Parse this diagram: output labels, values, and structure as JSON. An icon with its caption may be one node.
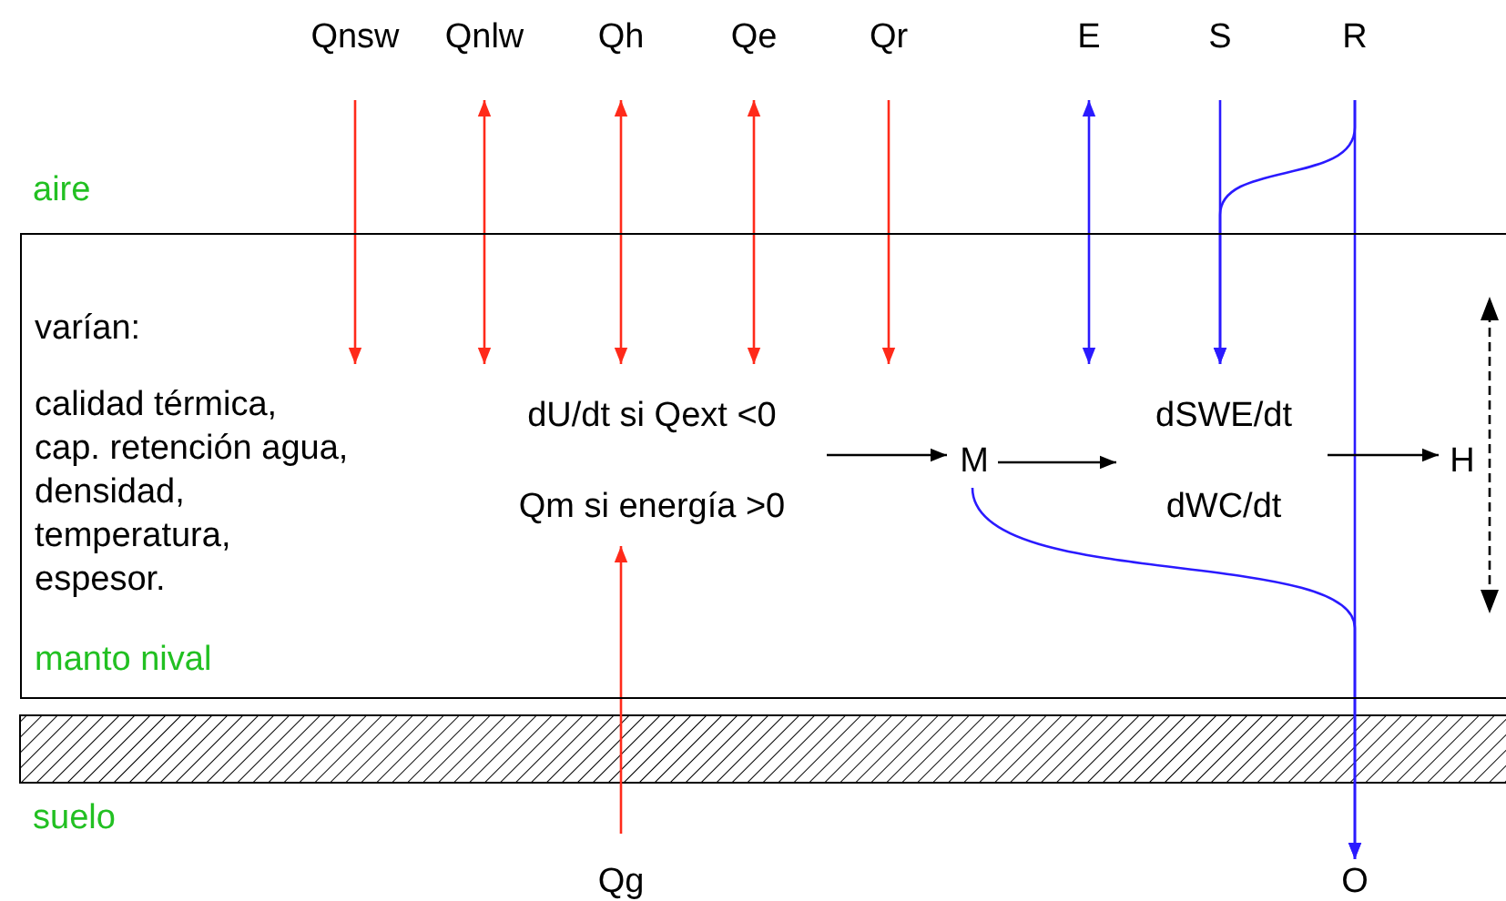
{
  "diagram": {
    "nodes": [
      {
        "text": [
          "varían:",
          "calidad térmica, cap. retención agua, densidad, temperatura, espesor.",
          "manto nival"
        ]
      },
      {
        "text": [
          "Qnsw"
        ]
      },
      {
        "text": [
          "Qnlw"
        ]
      },
      {
        "text": [
          "Qh"
        ]
      },
      {
        "text": [
          "Qe"
        ]
      },
      {
        "text": [
          "Qr"
        ]
      },
      {
        "text": [
          "E"
        ]
      },
      {
        "text": [
          "S"
        ]
      },
      {
        "text": [
          "R"
        ]
      },
      {
        "text": [
          "dU/dt si Qext <0",
          "Qm si energía >0"
        ],
        "in": 0
      },
      {
        "text": [
          "M"
        ],
        "in": 0
      },
      {
        "text": [
          "dSWE/dt",
          "dWC/dt"
        ],
        "in": 0
      },
      {
        "text": [
          "H"
        ],
        "in": 0
      },
      {
        "text": [
          "Qg"
        ]
      },
      {
        "text": [
          "O"
        ]
      }
    ],
    "edges": [
      {
        "from": 1,
        "to": null,
        "arrow": "to",
        "color": "#ff2a1a"
      },
      {
        "from": 2,
        "to": 9,
        "arrow": "both",
        "color": "#ff2a1a"
      },
      {
        "from": 3,
        "to": 9,
        "arrow": "both",
        "color": "#ff2a1a"
      },
      {
        "from": 4,
        "to": 9,
        "arrow": "both",
        "color": "#ff2a1a"
      },
      {
        "from": 5,
        "to": null,
        "arrow": "to",
        "color": "#ff2a1a"
      },
      {
        "from": 6,
        "to": null,
        "arrow": "both",
        "color": "#2a1aff"
      },
      {
        "from": 7,
        "to": 11,
        "arrow": "to",
        "color": "#2a1aff"
      },
      {
        "from": 8,
        "to": 11,
        "arrow": "to",
        "color": "#2a1aff"
      },
      {
        "from": 8,
        "to": 14,
        "arrow": "to",
        "color": "#2a1aff"
      },
      {
        "from": 13,
        "to": 9,
        "arrow": "to",
        "color": "#ff2a1a"
      },
      {
        "from": 9,
        "to": 10,
        "arrow": "to",
        "color": "#000000"
      },
      {
        "from": 10,
        "to": 11,
        "arrow": "to",
        "color": "#000000"
      },
      {
        "from": 11,
        "to": 12,
        "arrow": "to",
        "color": "#000000"
      },
      {
        "from": 10,
        "to": 14,
        "arrow": "to",
        "color": "#2a1aff"
      }
    ],
    "labels": [
      "aire",
      "suelo"
    ]
  }
}
